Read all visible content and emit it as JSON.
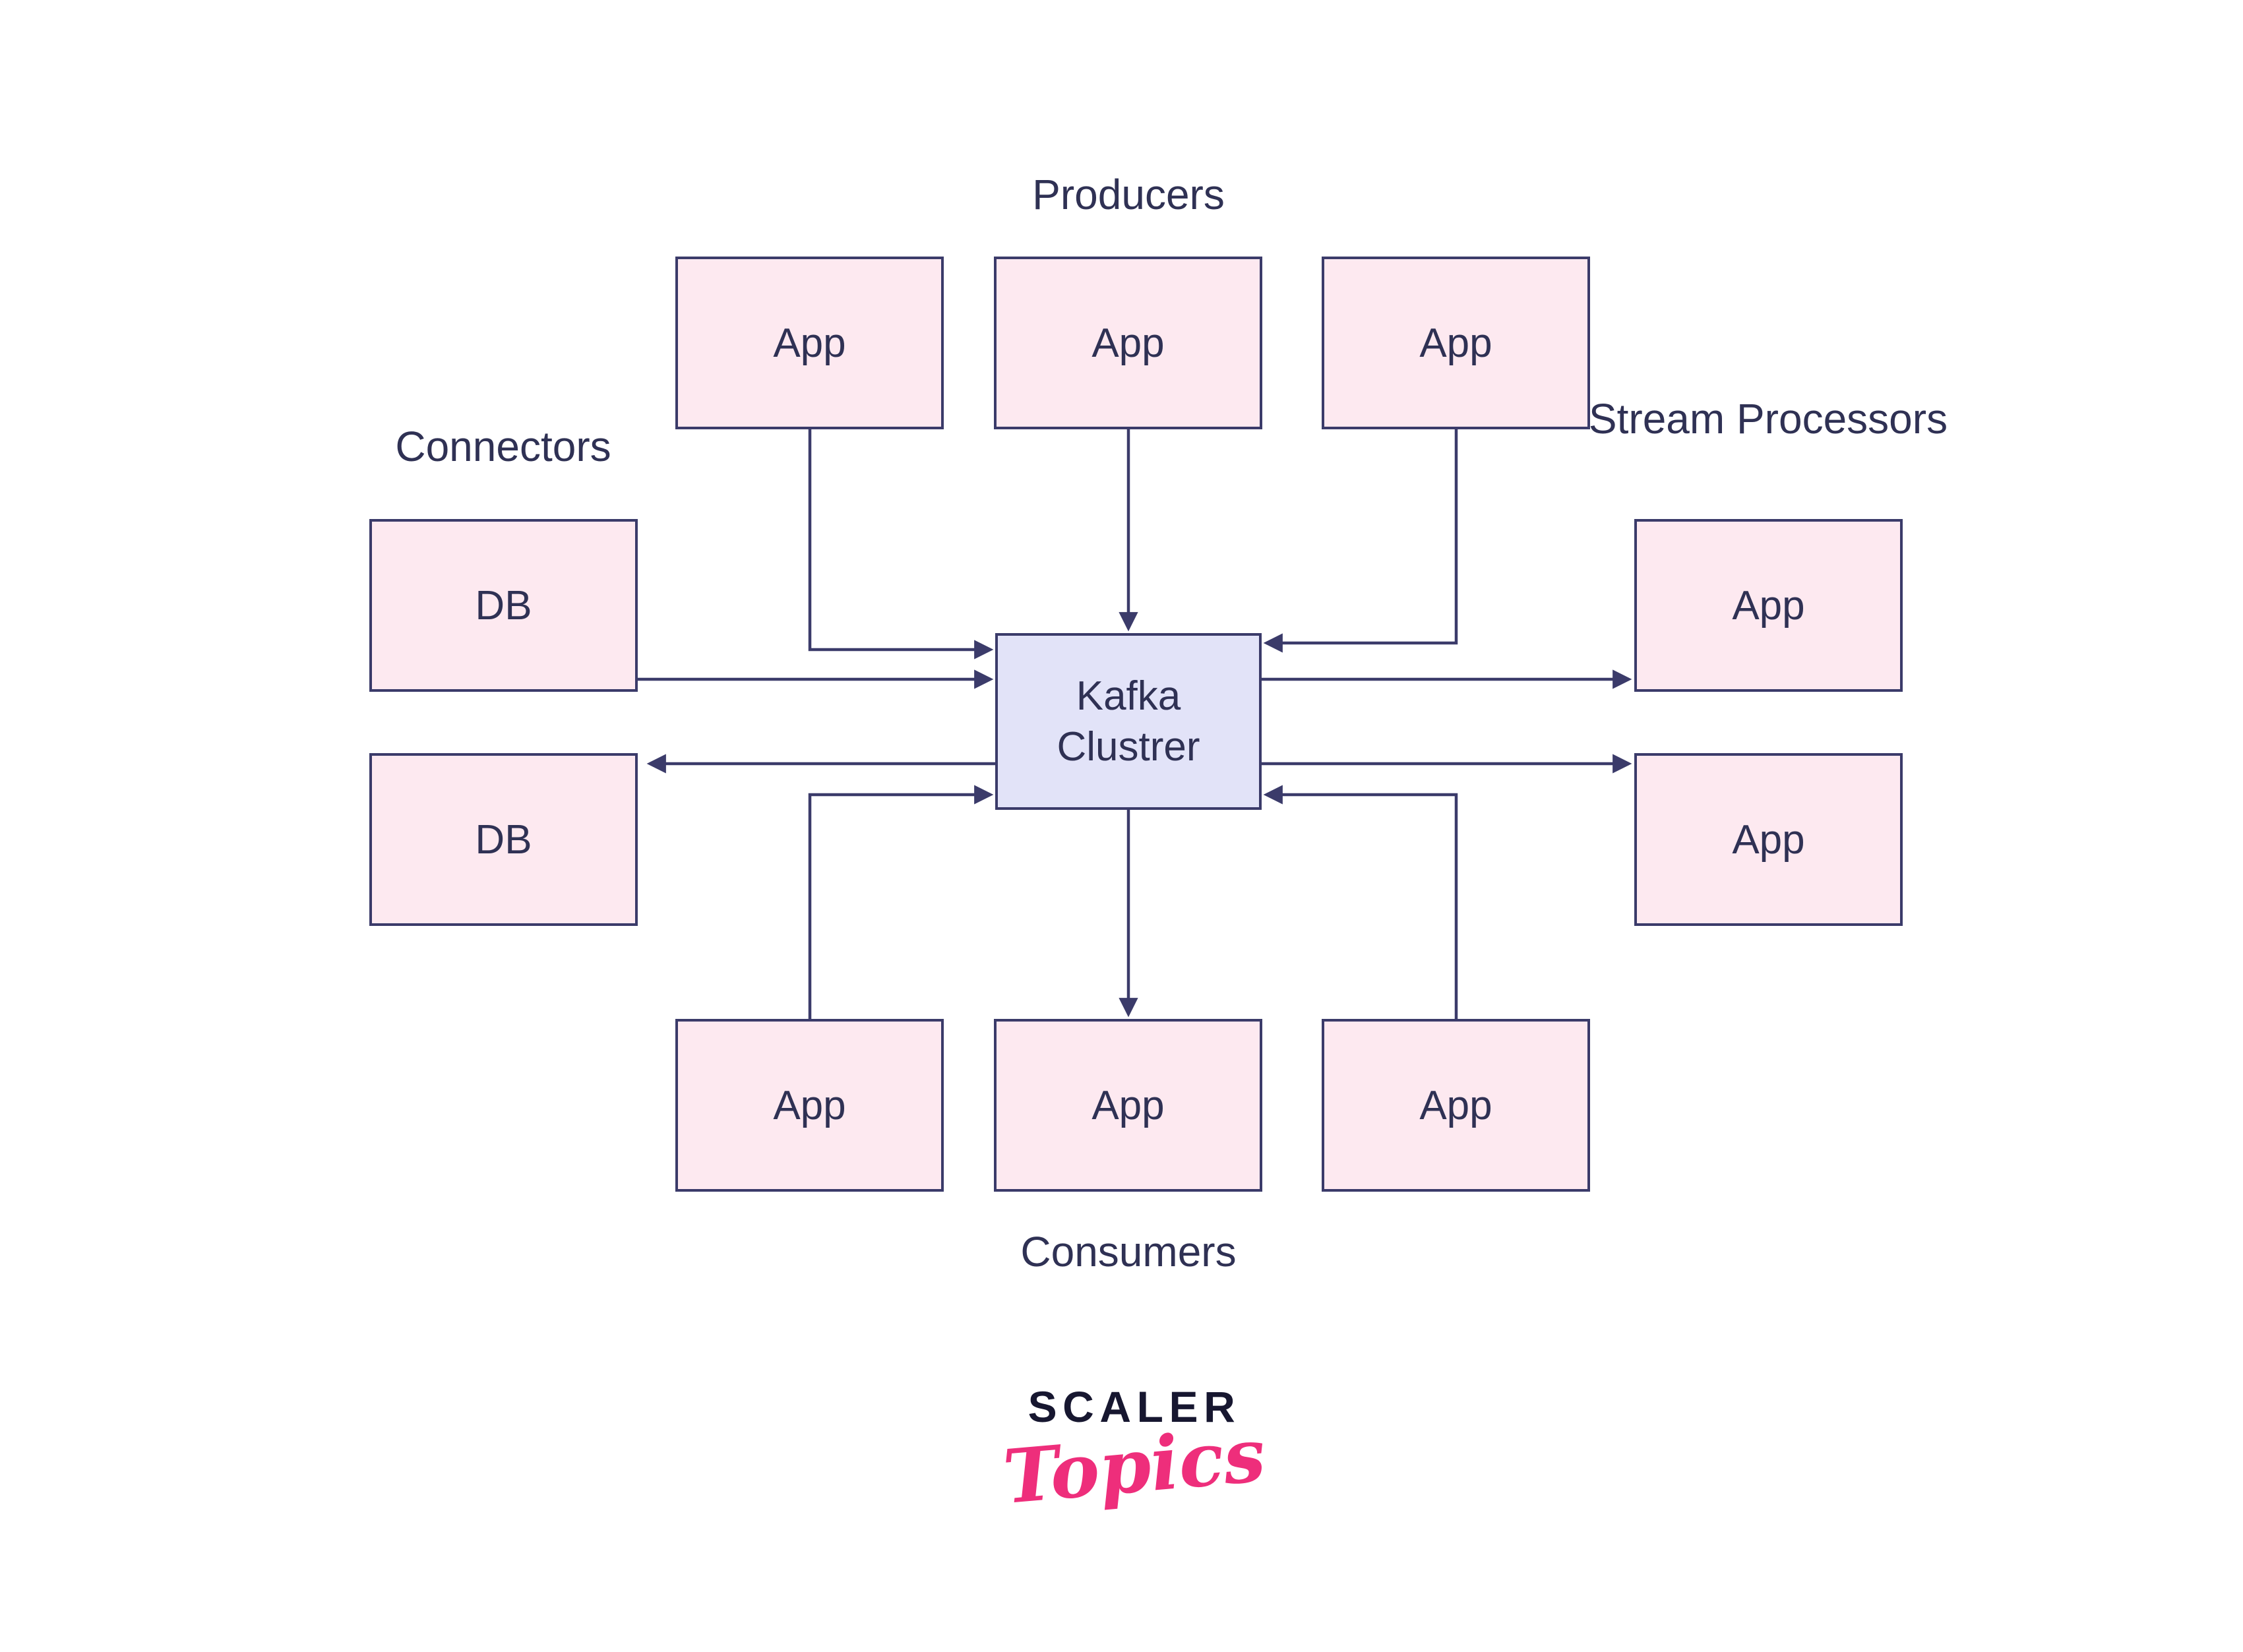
{
  "center_box": {
    "label": "Kafka Clustrer"
  },
  "groups": {
    "producers": {
      "label": "Producers",
      "items": [
        "App",
        "App",
        "App"
      ]
    },
    "connectors": {
      "label": "Connectors",
      "items": [
        "DB",
        "DB"
      ]
    },
    "stream_processors": {
      "label": "Stream Processors",
      "items": [
        "App",
        "App"
      ]
    },
    "consumers": {
      "label": "Consumers",
      "items": [
        "App",
        "App",
        "App"
      ]
    }
  },
  "connections": [
    {
      "from": "producer-app-1",
      "to": "kafka-cluster"
    },
    {
      "from": "producer-app-2",
      "to": "kafka-cluster"
    },
    {
      "from": "producer-app-3",
      "to": "kafka-cluster"
    },
    {
      "from": "connector-db-1",
      "to": "kafka-cluster"
    },
    {
      "from": "kafka-cluster",
      "to": "connector-db-2"
    },
    {
      "from": "consumer-app-1",
      "to": "kafka-cluster"
    },
    {
      "from": "kafka-cluster",
      "to": "consumer-app-2"
    },
    {
      "from": "consumer-app-3",
      "to": "kafka-cluster"
    },
    {
      "from": "kafka-cluster",
      "to": "stream-app-1"
    },
    {
      "from": "kafka-cluster",
      "to": "stream-app-2"
    }
  ],
  "logo": {
    "brand": "SCALER",
    "sub": "Topics"
  },
  "colors": {
    "box_fill": "#fde9f0",
    "center_fill": "#e2e3f8",
    "border": "#3b3b6a",
    "arrow": "#3b3b6a",
    "text": "#2f3154",
    "logo_dark": "#171730",
    "logo_pink": "#ee2e7b"
  }
}
